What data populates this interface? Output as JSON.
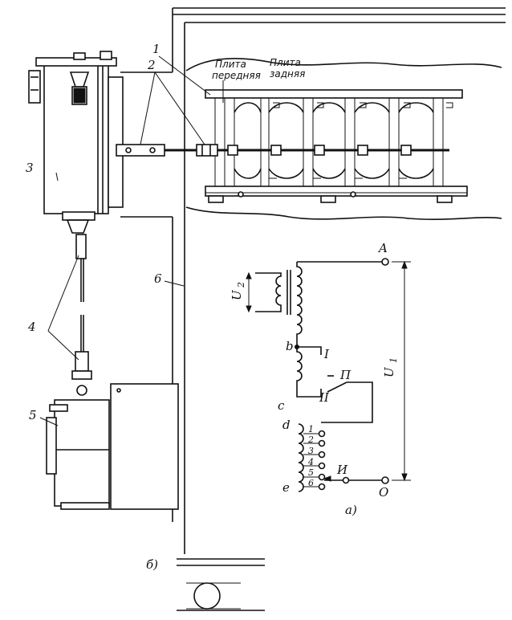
{
  "labels": {
    "l1": "1",
    "l2": "2",
    "l3": "3",
    "l4": "4",
    "l5": "5",
    "l6": "6",
    "plate_front_1": "Плита",
    "plate_front_2": "передняя",
    "plate_back_1": "Плита",
    "plate_back_2": "задняя"
  },
  "circuit": {
    "A": "A",
    "O": "O",
    "U1": "U",
    "U1_sub": "1",
    "U2": "U",
    "U2_sub": "2",
    "b": "b",
    "c": "c",
    "d": "d",
    "e": "e",
    "I": "I",
    "II": "II",
    "P": "П",
    "I_sw": "И",
    "taps": [
      "1",
      "2",
      "3",
      "4",
      "5",
      "6"
    ]
  },
  "captions": {
    "a": "а)",
    "b": "б)"
  }
}
